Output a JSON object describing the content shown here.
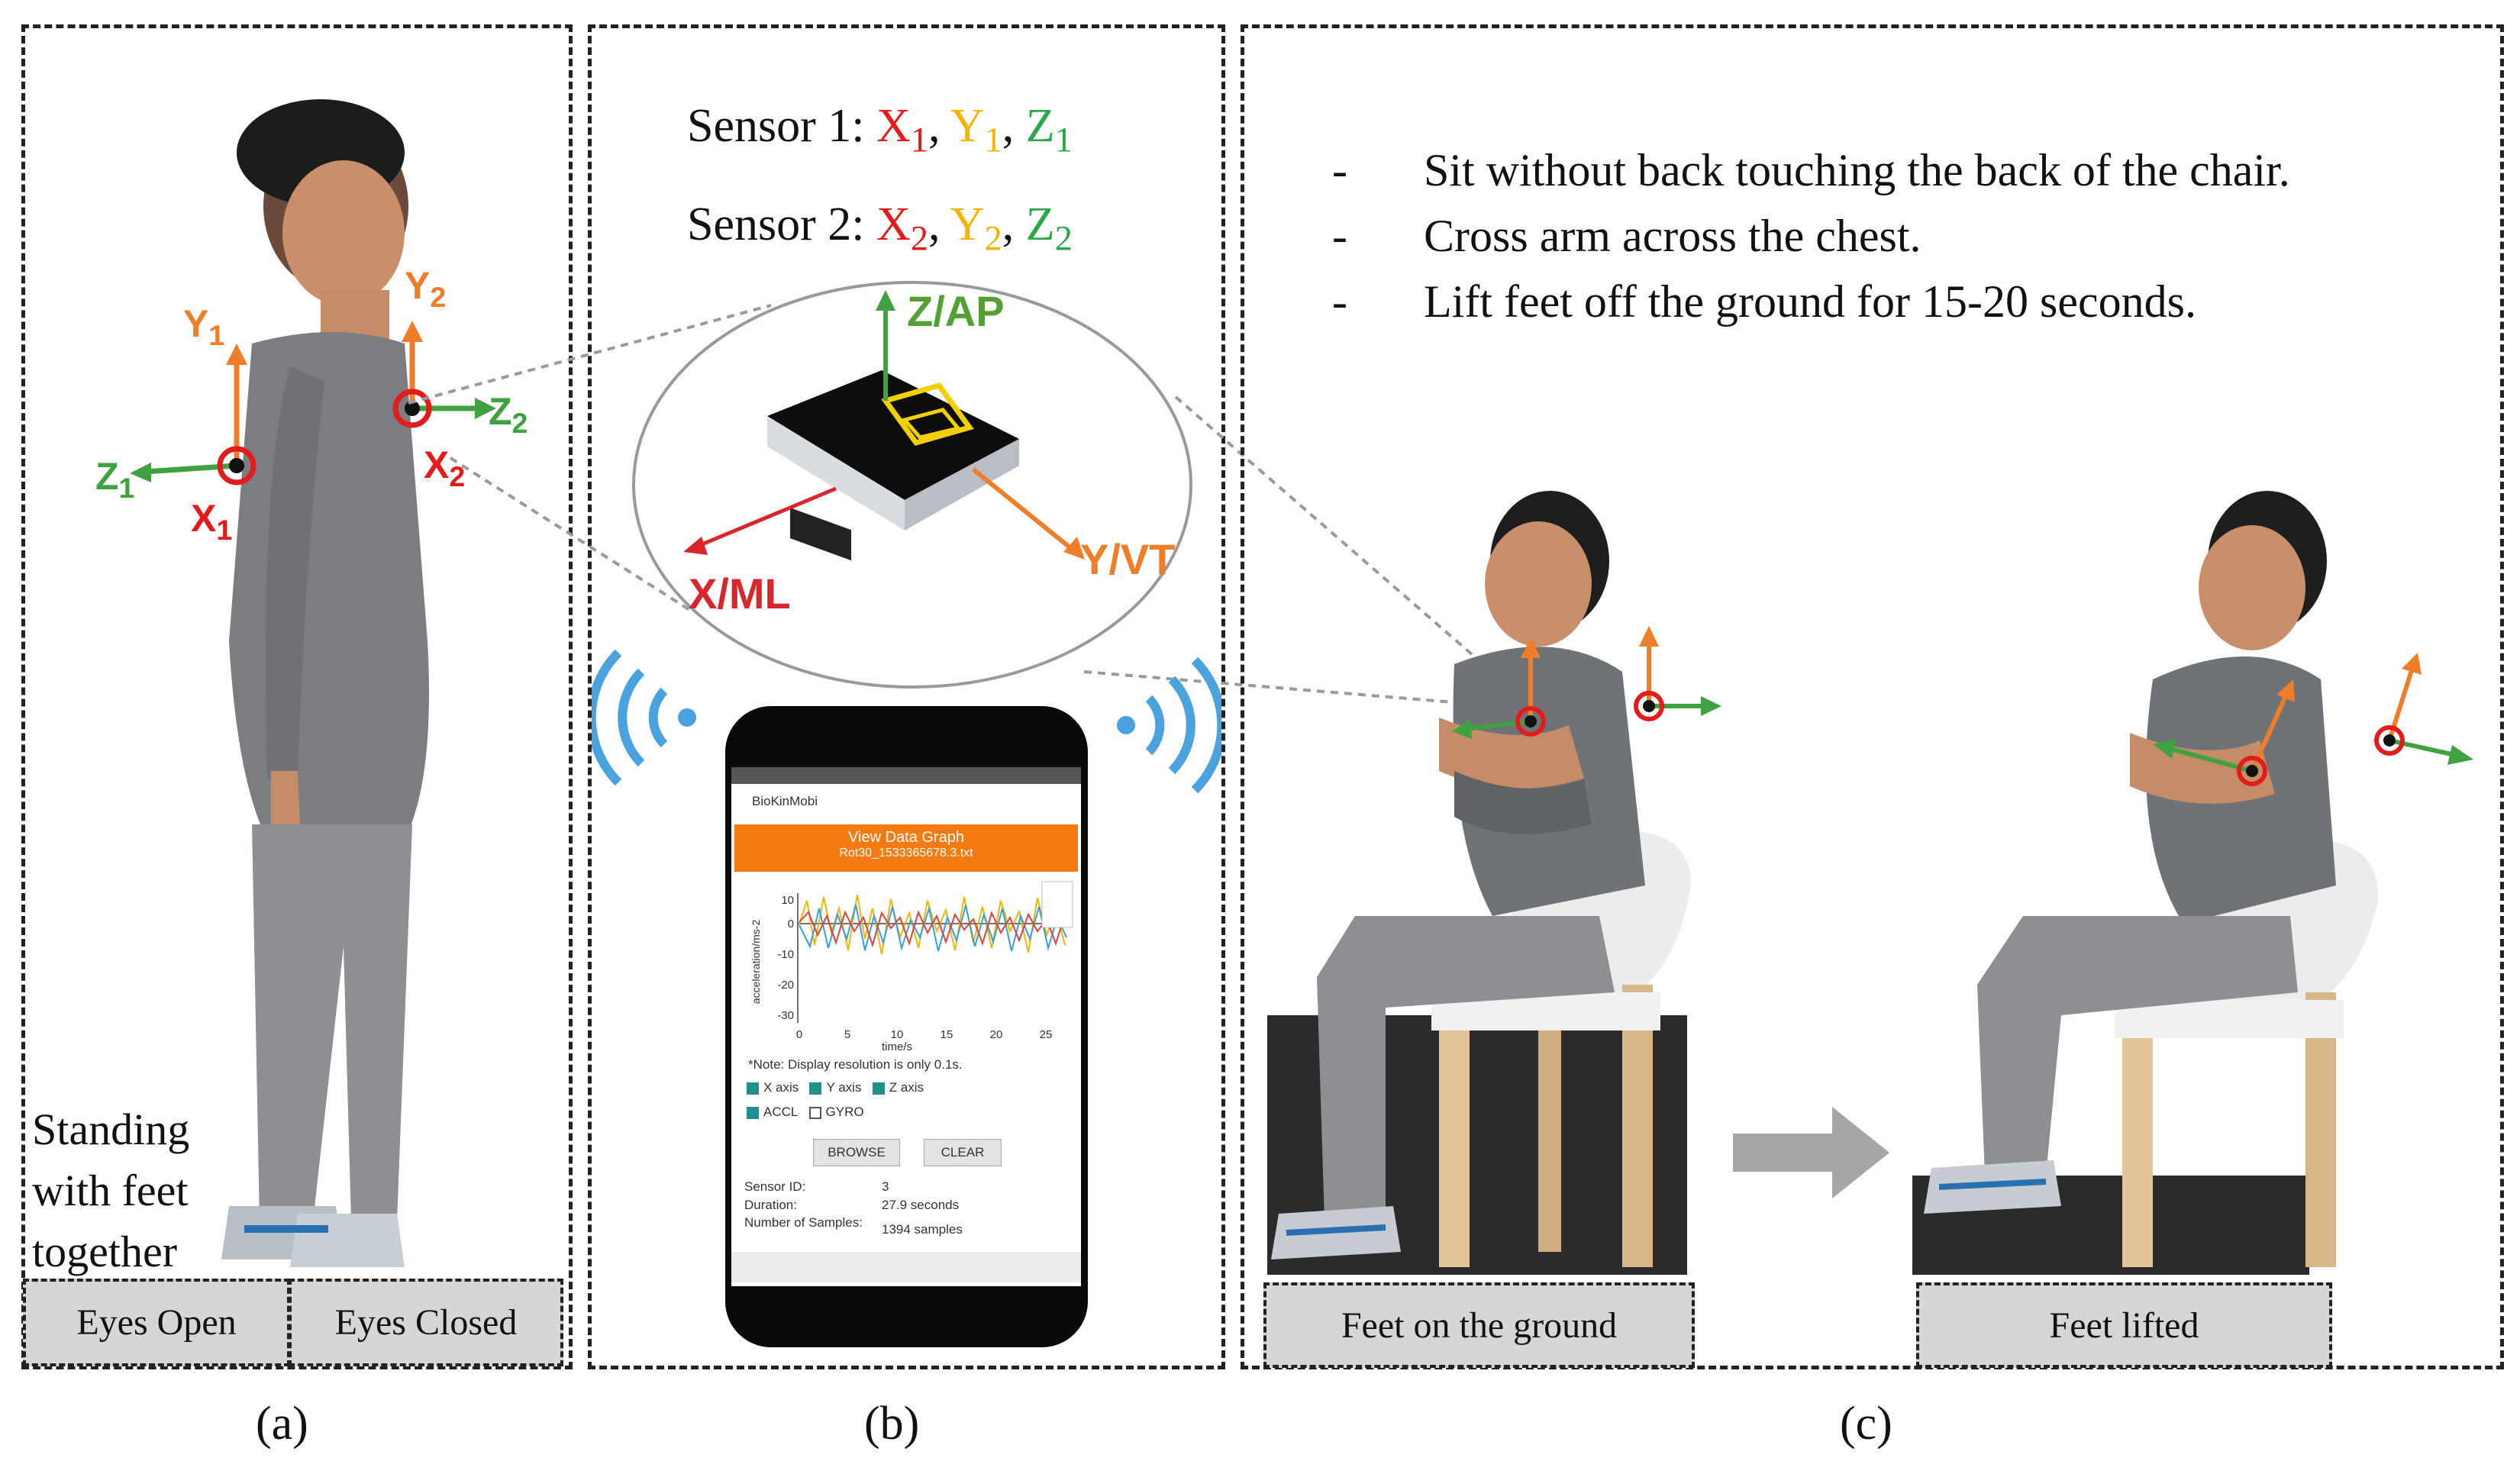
{
  "panel_a": {
    "caption": "(a)",
    "standing_text": [
      "Standing",
      "with feet",
      "together"
    ],
    "buttons": [
      "Eyes Open",
      "Eyes Closed"
    ],
    "labels": {
      "y1": "Y",
      "y1_sub": "1",
      "z1": "Z",
      "z1_sub": "1",
      "x1": "X",
      "x1_sub": "1",
      "y2": "Y",
      "y2_sub": "2",
      "z2": "Z",
      "z2_sub": "2",
      "x2": "X",
      "x2_sub": "2"
    }
  },
  "panel_b": {
    "caption": "(b)",
    "sensor1": {
      "prefix": "Sensor 1: ",
      "x": "X",
      "x_sub": "1",
      "y": "Y",
      "y_sub": "1",
      "z": "Z",
      "z_sub": "1"
    },
    "sensor2": {
      "prefix": "Sensor 2: ",
      "x": "X",
      "x_sub": "2",
      "y": "Y",
      "y_sub": "2",
      "z": "Z",
      "z_sub": "2"
    },
    "axis_labels": {
      "zap": "Z/AP",
      "xml": "X/ML",
      "yvt": "Y/VT"
    },
    "phone_app": {
      "app_name": "BioKinMobi",
      "header_title": "View Data Graph",
      "header_file": "Rot30_1533365678.3.txt",
      "ylabel": "acceleration/ms-2",
      "xlabel": "time/s",
      "y_ticks": [
        "10",
        "0",
        "-10",
        "-20",
        "-30"
      ],
      "x_ticks": [
        "0",
        "5",
        "10",
        "15",
        "20",
        "25"
      ],
      "note": "*Note: Display resolution is only 0.1s.",
      "checks": [
        "X axis",
        "Y axis",
        "Z axis"
      ],
      "checks2": [
        "ACCL",
        "GYRO"
      ],
      "browse": "BROWSE",
      "clear": "CLEAR",
      "info": [
        {
          "k": "Sensor ID:",
          "v": "3"
        },
        {
          "k": "Duration:",
          "v": "27.9 seconds"
        },
        {
          "k": "Number of Samples:",
          "v": "1394 samples"
        }
      ]
    }
  },
  "panel_c": {
    "caption": "(c)",
    "bullets": [
      "Sit without back touching the back of the chair.",
      "Cross arm across the chest.",
      "Lift feet off the ground for 15-20 seconds."
    ],
    "bullet_mark": "-",
    "left_button": "Feet on the ground",
    "right_button": "Feet lifted"
  },
  "colors": {
    "x": "#e31b1b",
    "y": "#f5b400",
    "z": "#2ca84a",
    "axis_orange": "#f07d2a",
    "axis_green": "#3fa13f",
    "app_orange": "#f47a12"
  }
}
